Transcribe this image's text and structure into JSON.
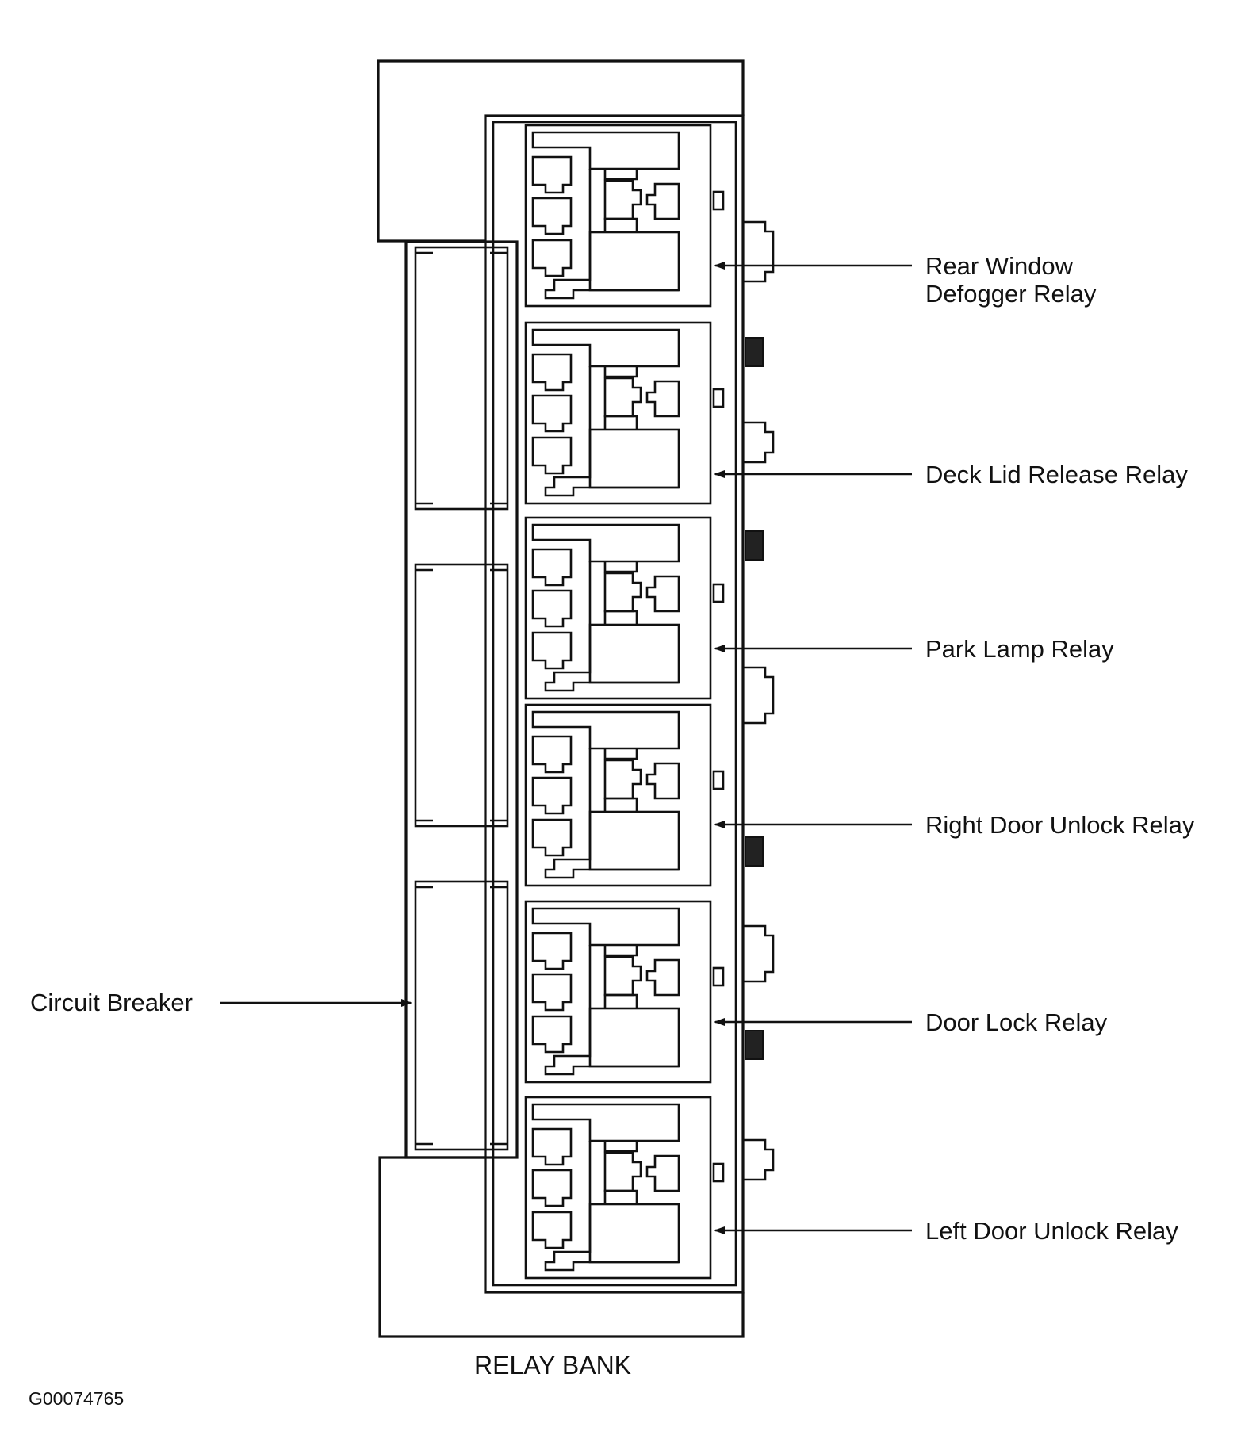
{
  "caption": "RELAY BANK",
  "figure_id": "G00074765",
  "relays": [
    {
      "label_lines": [
        "Rear Window",
        "Defogger Relay"
      ]
    },
    {
      "label_lines": [
        "Deck Lid Release Relay"
      ]
    },
    {
      "label_lines": [
        "Park Lamp Relay"
      ]
    },
    {
      "label_lines": [
        "Right Door Unlock Relay"
      ]
    },
    {
      "label_lines": [
        "Door Lock Relay"
      ]
    },
    {
      "label_lines": [
        "Left Door Unlock Relay"
      ]
    }
  ],
  "circuit_breaker_label": "Circuit Breaker"
}
